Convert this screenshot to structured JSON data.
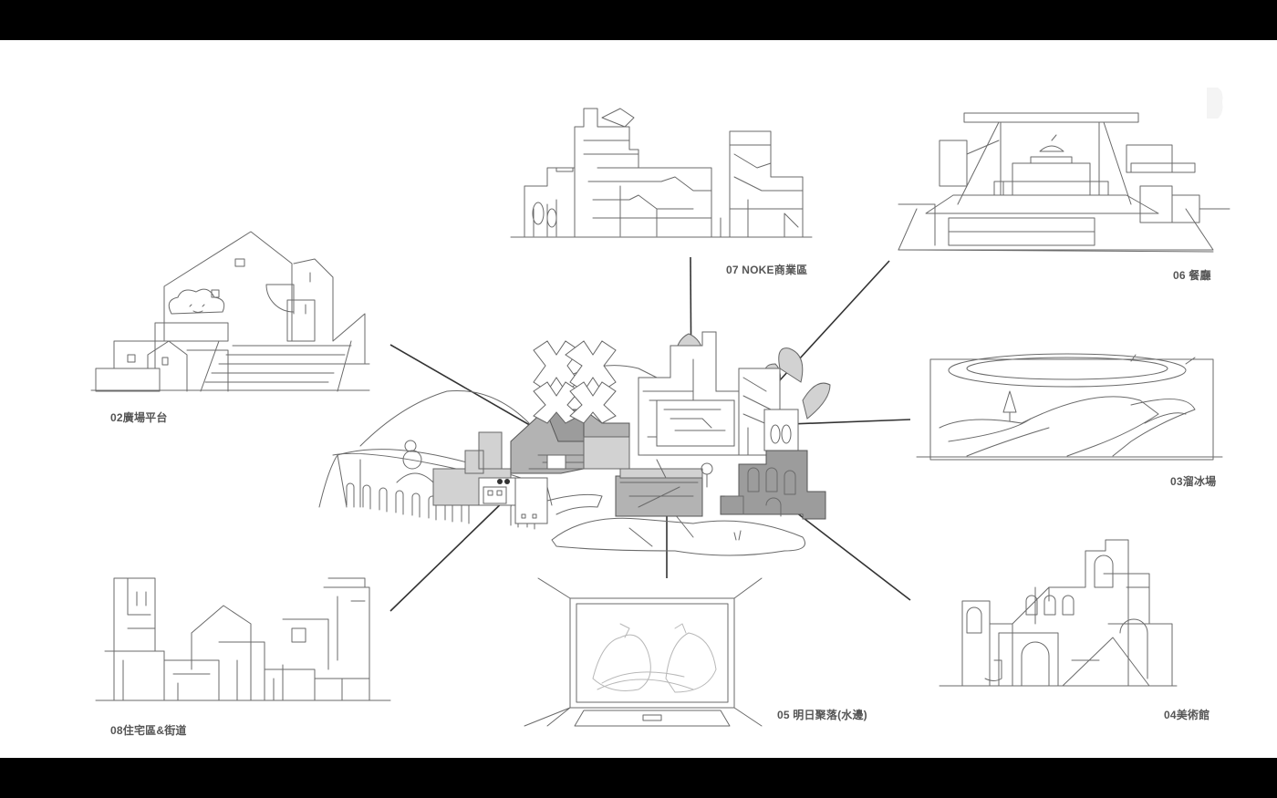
{
  "labels": {
    "commercial": "07 NOKE商業區",
    "restaurant": "06 餐廳",
    "plaza": "02廣場平台",
    "ice_rink": "03溜冰場",
    "residential": "08住宅區&街道",
    "tomorrow_village": "05 明日聚落(水邊)",
    "art_museum": "04美術館"
  },
  "colors": {
    "background": "#ffffff",
    "letterbox": "#000000",
    "label_text": "#555555",
    "sketch_line": "#6a6a6a",
    "shade_light": "#d2d2d2",
    "shade_mid": "#b3b3b3",
    "shade_dark": "#9c9c9c"
  }
}
